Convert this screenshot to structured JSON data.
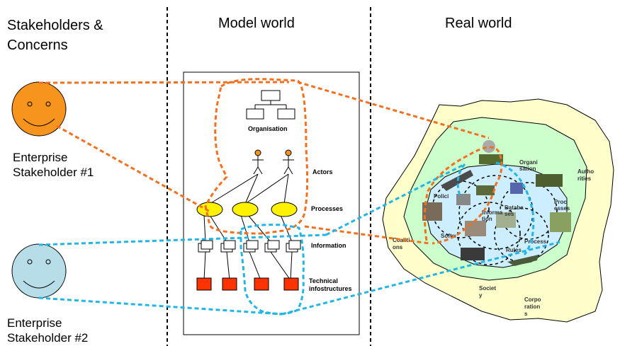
{
  "headers": {
    "stakeholders_line1": "Stakeholders &",
    "stakeholders_line2": "Concerns",
    "model_world": "Model world",
    "real_world": "Real world"
  },
  "stakeholders": [
    {
      "line1": "Enterprise",
      "line2": "Stakeholder #1",
      "color": "#F7941D"
    },
    {
      "line1": "Enterprise",
      "line2": "Stakeholder #2",
      "color": "#B7DDE8"
    }
  ],
  "model": {
    "organisation": "Organisation",
    "actors": "Actors",
    "processes": "Processes",
    "information": "Information",
    "technical_line1": "Technical",
    "technical_line2": "infostructures"
  },
  "real": {
    "authorities_1": "Autho",
    "authorities_2": "rities",
    "organisation_1": "Organi",
    "organisation_2": "sation",
    "policies": "Polici",
    "information_1": "Informa",
    "information_2": "tion",
    "databases_1": "Databa",
    "databases_2": "ses",
    "processes_1": "Proc",
    "processes_2": "esses",
    "software": "Softw",
    "rules": "Rules",
    "process": "Process",
    "coalitions_1": "Coaliti",
    "coalitions_2": "ons",
    "society_1": "Societ",
    "society_2": "y",
    "corporations_1": "Corpo",
    "corporations_2": "ration",
    "corporations_3": "s"
  },
  "colors": {
    "orange": "#F37021",
    "cyan": "#22B5E5",
    "yellow": "#FFF200",
    "outer_land": "#FFFFCC",
    "mid_land": "#CCFFCC",
    "inner_land": "#CCEEFF",
    "red_box": "#FF3300"
  }
}
